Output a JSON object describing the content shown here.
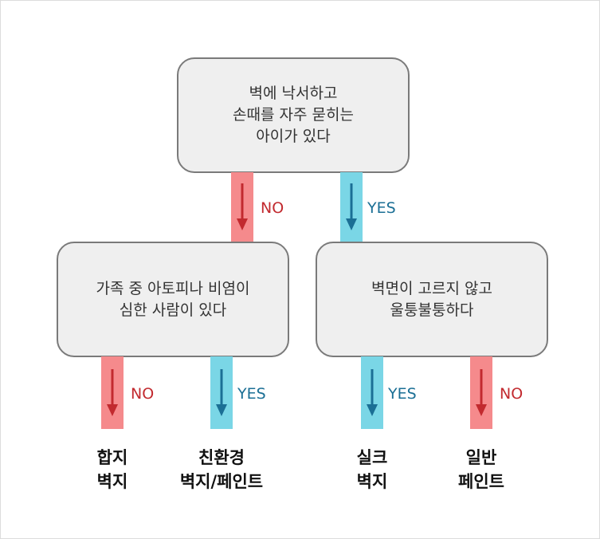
{
  "colors": {
    "no_bar": "#f58a8c",
    "no_arrow": "#c22a2f",
    "yes_bar": "#7ad6e6",
    "yes_arrow": "#1b6f95"
  },
  "root": {
    "lines": [
      "벽에 낙서하고",
      "손때를 자주 묻히는",
      "아이가 있다"
    ]
  },
  "left_question": {
    "lines": [
      "가족 중 아토피나 비염이",
      "심한 사람이 있다"
    ]
  },
  "right_question": {
    "lines": [
      "벽면이 고르지 않고",
      "울퉁불퉁하다"
    ]
  },
  "branch_labels": {
    "no": "NO",
    "yes": "YES"
  },
  "results": {
    "r1": {
      "lines": [
        "합지",
        "벽지"
      ]
    },
    "r2": {
      "lines": [
        "친환경",
        "벽지/페인트"
      ]
    },
    "r3": {
      "lines": [
        "실크",
        "벽지"
      ]
    },
    "r4": {
      "lines": [
        "일반",
        "페인트"
      ]
    }
  }
}
